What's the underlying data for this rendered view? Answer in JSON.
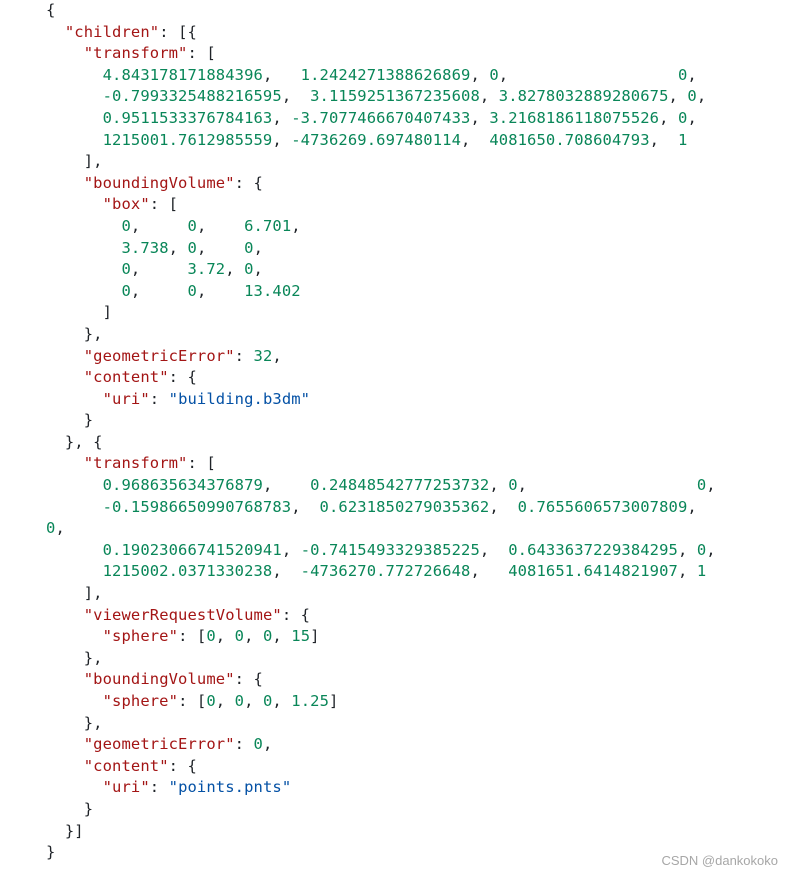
{
  "document": {
    "lines": [
      [
        {
          "t": "p",
          "v": "{"
        }
      ],
      [
        {
          "t": "p",
          "v": "  "
        },
        {
          "t": "k",
          "v": "\"children\""
        },
        {
          "t": "p",
          "v": ": [{"
        }
      ],
      [
        {
          "t": "p",
          "v": "    "
        },
        {
          "t": "k",
          "v": "\"transform\""
        },
        {
          "t": "p",
          "v": ": ["
        }
      ],
      [
        {
          "t": "p",
          "v": "      "
        },
        {
          "t": "n",
          "v": "4.843178171884396"
        },
        {
          "t": "p",
          "v": ",   "
        },
        {
          "t": "n",
          "v": "1.2424271388626869"
        },
        {
          "t": "p",
          "v": ", "
        },
        {
          "t": "n",
          "v": "0"
        },
        {
          "t": "p",
          "v": ",                  "
        },
        {
          "t": "n",
          "v": "0"
        },
        {
          "t": "p",
          "v": ","
        }
      ],
      [
        {
          "t": "p",
          "v": "      "
        },
        {
          "t": "n",
          "v": "-0.7993325488216595"
        },
        {
          "t": "p",
          "v": ",  "
        },
        {
          "t": "n",
          "v": "3.1159251367235608"
        },
        {
          "t": "p",
          "v": ", "
        },
        {
          "t": "n",
          "v": "3.8278032889280675"
        },
        {
          "t": "p",
          "v": ", "
        },
        {
          "t": "n",
          "v": "0"
        },
        {
          "t": "p",
          "v": ","
        }
      ],
      [
        {
          "t": "p",
          "v": "      "
        },
        {
          "t": "n",
          "v": "0.9511533376784163"
        },
        {
          "t": "p",
          "v": ", "
        },
        {
          "t": "n",
          "v": "-3.7077466670407433"
        },
        {
          "t": "p",
          "v": ", "
        },
        {
          "t": "n",
          "v": "3.2168186118075526"
        },
        {
          "t": "p",
          "v": ", "
        },
        {
          "t": "n",
          "v": "0"
        },
        {
          "t": "p",
          "v": ","
        }
      ],
      [
        {
          "t": "p",
          "v": "      "
        },
        {
          "t": "n",
          "v": "1215001.7612985559"
        },
        {
          "t": "p",
          "v": ", "
        },
        {
          "t": "n",
          "v": "-4736269.697480114"
        },
        {
          "t": "p",
          "v": ",  "
        },
        {
          "t": "n",
          "v": "4081650.708604793"
        },
        {
          "t": "p",
          "v": ",  "
        },
        {
          "t": "n",
          "v": "1"
        }
      ],
      [
        {
          "t": "p",
          "v": "    ],"
        }
      ],
      [
        {
          "t": "p",
          "v": "    "
        },
        {
          "t": "k",
          "v": "\"boundingVolume\""
        },
        {
          "t": "p",
          "v": ": {"
        }
      ],
      [
        {
          "t": "p",
          "v": "      "
        },
        {
          "t": "k",
          "v": "\"box\""
        },
        {
          "t": "p",
          "v": ": ["
        }
      ],
      [
        {
          "t": "p",
          "v": "        "
        },
        {
          "t": "n",
          "v": "0"
        },
        {
          "t": "p",
          "v": ",     "
        },
        {
          "t": "n",
          "v": "0"
        },
        {
          "t": "p",
          "v": ",    "
        },
        {
          "t": "n",
          "v": "6.701"
        },
        {
          "t": "p",
          "v": ","
        }
      ],
      [
        {
          "t": "p",
          "v": "        "
        },
        {
          "t": "n",
          "v": "3.738"
        },
        {
          "t": "p",
          "v": ", "
        },
        {
          "t": "n",
          "v": "0"
        },
        {
          "t": "p",
          "v": ",    "
        },
        {
          "t": "n",
          "v": "0"
        },
        {
          "t": "p",
          "v": ","
        }
      ],
      [
        {
          "t": "p",
          "v": "        "
        },
        {
          "t": "n",
          "v": "0"
        },
        {
          "t": "p",
          "v": ",     "
        },
        {
          "t": "n",
          "v": "3.72"
        },
        {
          "t": "p",
          "v": ", "
        },
        {
          "t": "n",
          "v": "0"
        },
        {
          "t": "p",
          "v": ","
        }
      ],
      [
        {
          "t": "p",
          "v": "        "
        },
        {
          "t": "n",
          "v": "0"
        },
        {
          "t": "p",
          "v": ",     "
        },
        {
          "t": "n",
          "v": "0"
        },
        {
          "t": "p",
          "v": ",    "
        },
        {
          "t": "n",
          "v": "13.402"
        }
      ],
      [
        {
          "t": "p",
          "v": "      ]"
        }
      ],
      [
        {
          "t": "p",
          "v": "    },"
        }
      ],
      [
        {
          "t": "p",
          "v": "    "
        },
        {
          "t": "k",
          "v": "\"geometricError\""
        },
        {
          "t": "p",
          "v": ": "
        },
        {
          "t": "n",
          "v": "32"
        },
        {
          "t": "p",
          "v": ","
        }
      ],
      [
        {
          "t": "p",
          "v": "    "
        },
        {
          "t": "k",
          "v": "\"content\""
        },
        {
          "t": "p",
          "v": ": {"
        }
      ],
      [
        {
          "t": "p",
          "v": "      "
        },
        {
          "t": "k",
          "v": "\"uri\""
        },
        {
          "t": "p",
          "v": ": "
        },
        {
          "t": "s",
          "v": "\"building.b3dm\""
        }
      ],
      [
        {
          "t": "p",
          "v": "    }"
        }
      ],
      [
        {
          "t": "p",
          "v": "  }, {"
        }
      ],
      [
        {
          "t": "p",
          "v": "    "
        },
        {
          "t": "k",
          "v": "\"transform\""
        },
        {
          "t": "p",
          "v": ": ["
        }
      ],
      [
        {
          "t": "p",
          "v": "      "
        },
        {
          "t": "n",
          "v": "0.968635634376879"
        },
        {
          "t": "p",
          "v": ",    "
        },
        {
          "t": "n",
          "v": "0.24848542777253732"
        },
        {
          "t": "p",
          "v": ", "
        },
        {
          "t": "n",
          "v": "0"
        },
        {
          "t": "p",
          "v": ",                  "
        },
        {
          "t": "n",
          "v": "0"
        },
        {
          "t": "p",
          "v": ","
        }
      ],
      [
        {
          "t": "p",
          "v": "      "
        },
        {
          "t": "n",
          "v": "-0.15986650990768783"
        },
        {
          "t": "p",
          "v": ",  "
        },
        {
          "t": "n",
          "v": "0.6231850279035362"
        },
        {
          "t": "p",
          "v": ",  "
        },
        {
          "t": "n",
          "v": "0.7655606573007809"
        },
        {
          "t": "p",
          "v": ","
        }
      ],
      [
        {
          "t": "n",
          "v": "0"
        },
        {
          "t": "p",
          "v": ","
        }
      ],
      [
        {
          "t": "p",
          "v": "      "
        },
        {
          "t": "n",
          "v": "0.19023066741520941"
        },
        {
          "t": "p",
          "v": ", "
        },
        {
          "t": "n",
          "v": "-0.7415493329385225"
        },
        {
          "t": "p",
          "v": ",  "
        },
        {
          "t": "n",
          "v": "0.6433637229384295"
        },
        {
          "t": "p",
          "v": ", "
        },
        {
          "t": "n",
          "v": "0"
        },
        {
          "t": "p",
          "v": ","
        }
      ],
      [
        {
          "t": "p",
          "v": "      "
        },
        {
          "t": "n",
          "v": "1215002.0371330238"
        },
        {
          "t": "p",
          "v": ",  "
        },
        {
          "t": "n",
          "v": "-4736270.772726648"
        },
        {
          "t": "p",
          "v": ",   "
        },
        {
          "t": "n",
          "v": "4081651.6414821907"
        },
        {
          "t": "p",
          "v": ", "
        },
        {
          "t": "n",
          "v": "1"
        }
      ],
      [
        {
          "t": "p",
          "v": "    ],"
        }
      ],
      [
        {
          "t": "p",
          "v": "    "
        },
        {
          "t": "k",
          "v": "\"viewerRequestVolume\""
        },
        {
          "t": "p",
          "v": ": {"
        }
      ],
      [
        {
          "t": "p",
          "v": "      "
        },
        {
          "t": "k",
          "v": "\"sphere\""
        },
        {
          "t": "p",
          "v": ": ["
        },
        {
          "t": "n",
          "v": "0"
        },
        {
          "t": "p",
          "v": ", "
        },
        {
          "t": "n",
          "v": "0"
        },
        {
          "t": "p",
          "v": ", "
        },
        {
          "t": "n",
          "v": "0"
        },
        {
          "t": "p",
          "v": ", "
        },
        {
          "t": "n",
          "v": "15"
        },
        {
          "t": "p",
          "v": "]"
        }
      ],
      [
        {
          "t": "p",
          "v": "    },"
        }
      ],
      [
        {
          "t": "p",
          "v": "    "
        },
        {
          "t": "k",
          "v": "\"boundingVolume\""
        },
        {
          "t": "p",
          "v": ": {"
        }
      ],
      [
        {
          "t": "p",
          "v": "      "
        },
        {
          "t": "k",
          "v": "\"sphere\""
        },
        {
          "t": "p",
          "v": ": ["
        },
        {
          "t": "n",
          "v": "0"
        },
        {
          "t": "p",
          "v": ", "
        },
        {
          "t": "n",
          "v": "0"
        },
        {
          "t": "p",
          "v": ", "
        },
        {
          "t": "n",
          "v": "0"
        },
        {
          "t": "p",
          "v": ", "
        },
        {
          "t": "n",
          "v": "1.25"
        },
        {
          "t": "p",
          "v": "]"
        }
      ],
      [
        {
          "t": "p",
          "v": "    },"
        }
      ],
      [
        {
          "t": "p",
          "v": "    "
        },
        {
          "t": "k",
          "v": "\"geometricError\""
        },
        {
          "t": "p",
          "v": ": "
        },
        {
          "t": "n",
          "v": "0"
        },
        {
          "t": "p",
          "v": ","
        }
      ],
      [
        {
          "t": "p",
          "v": "    "
        },
        {
          "t": "k",
          "v": "\"content\""
        },
        {
          "t": "p",
          "v": ": {"
        }
      ],
      [
        {
          "t": "p",
          "v": "      "
        },
        {
          "t": "k",
          "v": "\"uri\""
        },
        {
          "t": "p",
          "v": ": "
        },
        {
          "t": "s",
          "v": "\"points.pnts\""
        }
      ],
      [
        {
          "t": "p",
          "v": "    }"
        }
      ],
      [
        {
          "t": "p",
          "v": "  }]"
        }
      ],
      [
        {
          "t": "p",
          "v": "}"
        }
      ]
    ]
  },
  "watermark": "CSDN @dankokoko",
  "colors": {
    "punctuation": "#1f2328",
    "key": "#a31515",
    "number": "#098658",
    "string": "#0451a5",
    "watermark": "#a7a7a7"
  }
}
